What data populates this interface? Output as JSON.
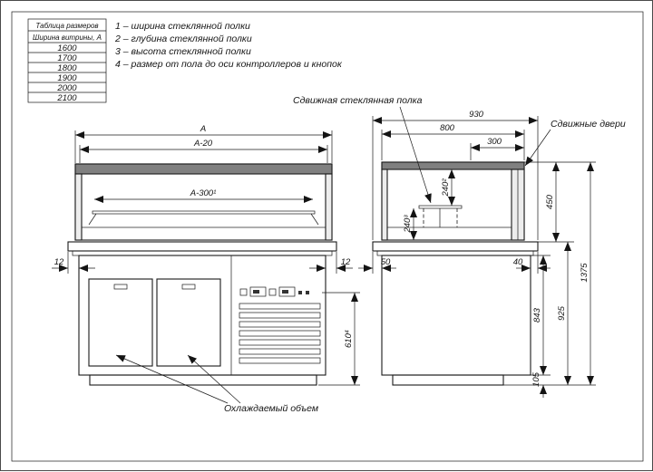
{
  "size_table": {
    "title": "Таблица размеров",
    "subtitle": "Ширина витрины, А",
    "rows": [
      "1600",
      "1700",
      "1800",
      "1900",
      "2000",
      "2100"
    ]
  },
  "legend": {
    "items": [
      "1 – ширина стеклянной полки",
      "2 – глубина стеклянной полки",
      "3 – высота стеклянной полки",
      "4 – размер от пола до оси контроллеров и кнопок"
    ]
  },
  "callouts": {
    "sliding_shelf": "Сдвижная стеклянная полка",
    "sliding_doors": "Сдвижные двери",
    "cooled_volume": "Охлаждаемый объем"
  },
  "front_view": {
    "dim_width_a": "А",
    "dim_width_a20": "А-20",
    "dim_shelf_width": "А-300¹",
    "dim_left_offset": "12",
    "dim_right_offset": "12",
    "dim_controls_axis": "610⁴"
  },
  "side_view": {
    "dim_depth_total": "930",
    "dim_depth_top": "800",
    "dim_doors_width": "300",
    "dim_shelf_depth": "240²",
    "dim_shelf_height": "240³",
    "dim_front_overhang": "50",
    "dim_rear_overhang": "40",
    "dim_top_height": "450",
    "dim_body_height": "843",
    "dim_lower_height": "925",
    "dim_plinth_height": "105",
    "dim_total_height": "1375"
  }
}
